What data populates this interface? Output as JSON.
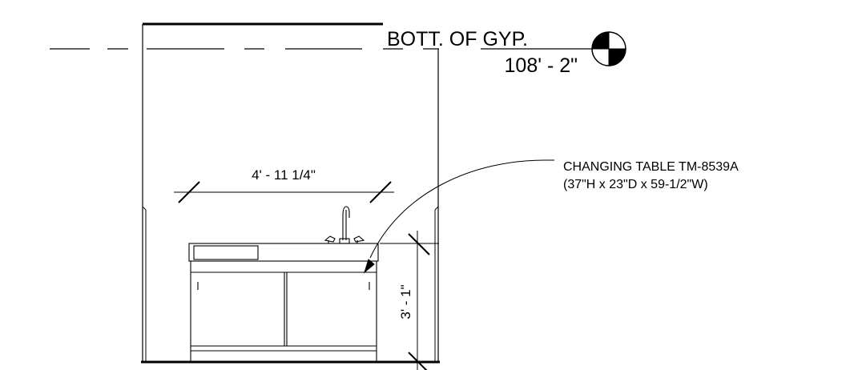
{
  "level_marker": {
    "name": "BOTT. OF GYP.",
    "elevation": "108' - 2\""
  },
  "dimensions": {
    "width": "4' - 11 1/4\"",
    "height": "3' - 1\""
  },
  "callout": {
    "line1": "CHANGING TABLE TM-8539A",
    "line2": "(37\"H x 23\"D x 59-1/2\"W)"
  },
  "colors": {
    "ink": "#000000",
    "paper": "#ffffff"
  }
}
